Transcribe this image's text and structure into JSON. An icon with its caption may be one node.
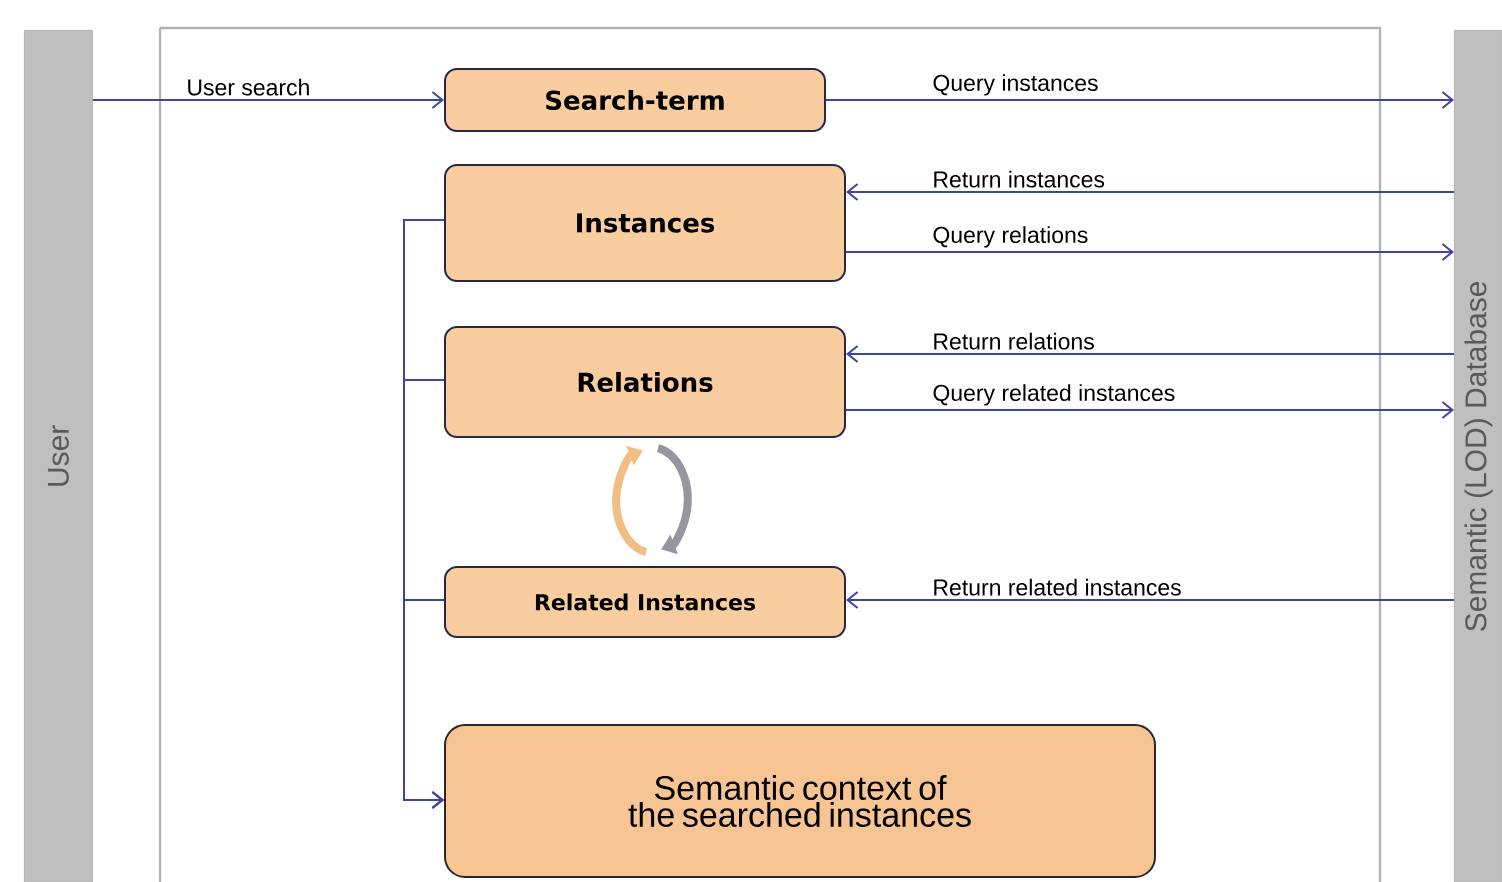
{
  "diagram": {
    "nodes": [
      {
        "text": [
          "User"
        ]
      },
      {
        "text": [
          "Semantic (LOD) Database"
        ]
      },
      {
        "text": [
          "Search-term"
        ]
      },
      {
        "text": [
          "Instances"
        ]
      },
      {
        "text": [
          "Relations"
        ]
      },
      {
        "text": [
          "Related Instances"
        ]
      },
      {
        "text": [
          "Semantic context of the searched instances"
        ]
      }
    ],
    "edges": [
      {
        "from": 0,
        "to": 2,
        "arrow": "to",
        "label": "User search"
      },
      {
        "from": 2,
        "to": 1,
        "arrow": "to",
        "label": "Query instances"
      },
      {
        "from": 1,
        "to": 3,
        "arrow": "to",
        "label": "Return instances"
      },
      {
        "from": 3,
        "to": 1,
        "arrow": "to",
        "label": "Query relations"
      },
      {
        "from": 1,
        "to": 4,
        "arrow": "to",
        "label": "Return relations"
      },
      {
        "from": 4,
        "to": 1,
        "arrow": "to",
        "label": "Query related instances"
      },
      {
        "from": 1,
        "to": 5,
        "arrow": "to",
        "label": "Return related instances"
      },
      {
        "from": 3,
        "to": 6,
        "arrow": "to"
      },
      {
        "from": 4,
        "to": 6,
        "arrow": "to"
      },
      {
        "from": 5,
        "to": 6,
        "arrow": "to"
      }
    ]
  }
}
